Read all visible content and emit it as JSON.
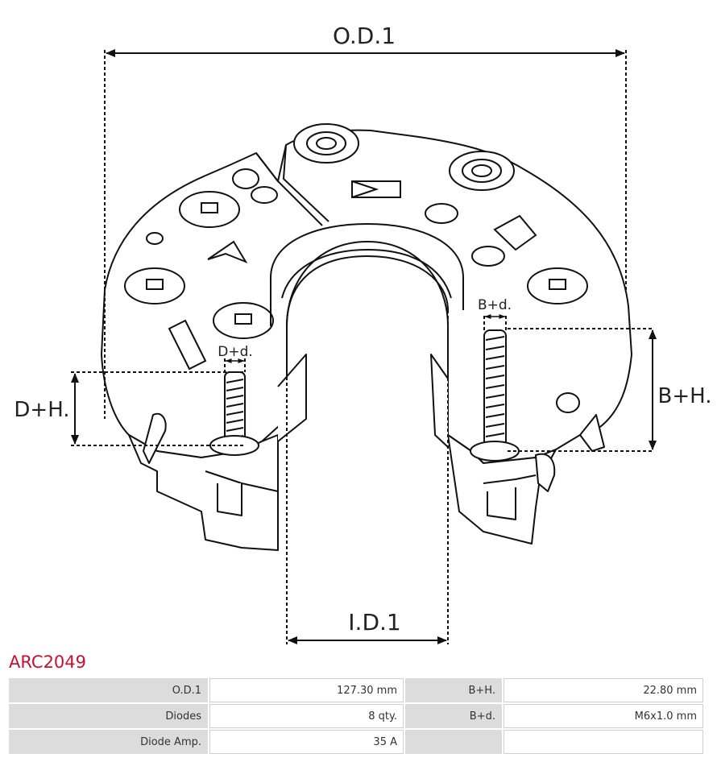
{
  "drawing": {
    "labels": {
      "od": "O.D.1",
      "id": "I.D.1",
      "dh": "D+H.",
      "dd": "D+d.",
      "bh": "B+H.",
      "bd": "B+d."
    }
  },
  "product": {
    "code": "ARC2049",
    "code_color": "#c8102e"
  },
  "specs": {
    "rows": [
      {
        "l1": "O.D.1",
        "v1": "127.30 mm",
        "l2": "B+H.",
        "v2": "22.80 mm"
      },
      {
        "l1": "Diodes",
        "v1": "8 qty.",
        "l2": "B+d.",
        "v2": "M6x1.0 mm"
      },
      {
        "l1": "Diode Amp.",
        "v1": "35 A",
        "l2": "",
        "v2": ""
      }
    ]
  }
}
